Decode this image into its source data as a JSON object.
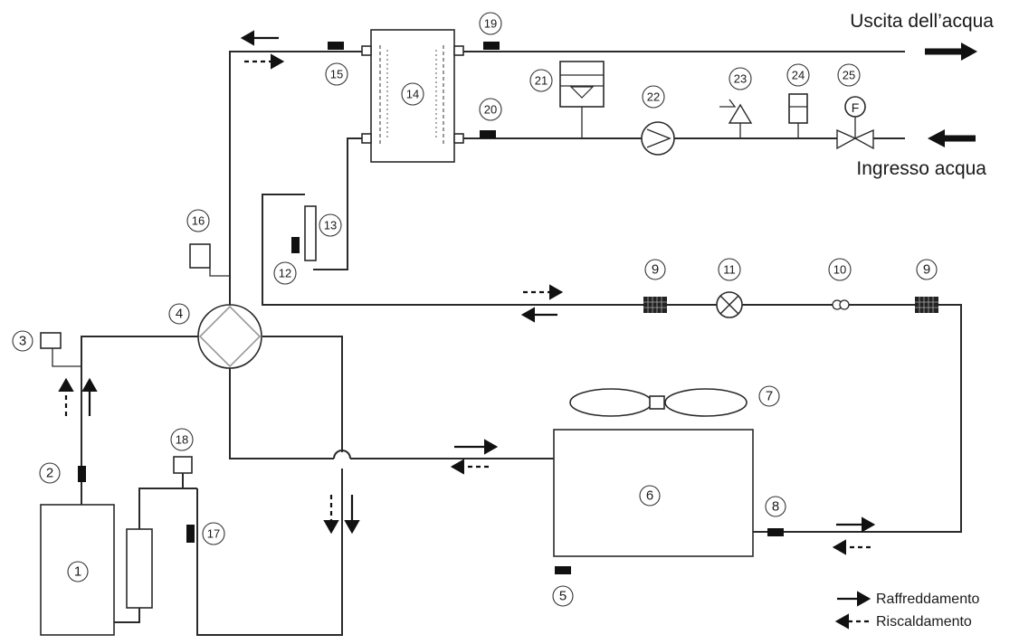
{
  "labels": {
    "water_out": "Uscita dell’acqua",
    "water_in": "Ingresso acqua"
  },
  "legend": {
    "cooling": "Raffreddamento",
    "heating": "Riscaldamento"
  },
  "component_numbers": {
    "n1": "1",
    "n2": "2",
    "n3": "3",
    "n4": "4",
    "n5": "5",
    "n6": "6",
    "n7": "7",
    "n8": "8",
    "n9a": "9",
    "n9b": "9",
    "n10": "10",
    "n11": "11",
    "n12": "12",
    "n13": "13",
    "n14": "14",
    "n15": "15",
    "n16": "16",
    "n17": "17",
    "n18": "18",
    "n19": "19",
    "n20": "20",
    "n21": "21",
    "n22": "22",
    "n23": "23",
    "n24": "24",
    "n25": "25"
  },
  "symbols": {
    "flow_switch_letter": "F"
  }
}
